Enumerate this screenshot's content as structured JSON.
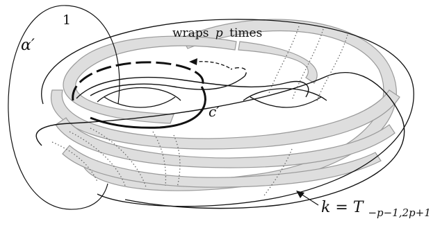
{
  "labels": {
    "alpha_prime": "α′",
    "one": "1",
    "wraps_text": "wraps",
    "wraps_p": "p",
    "wraps_times": "times",
    "c_prime": "c′",
    "k_eq": "k = T",
    "k_sub": "−p−1,2p+1"
  },
  "colors": {
    "band_fill": "#dedede",
    "band_stroke": "#9a9a9a",
    "curve": "#111111",
    "dotted": "#666666"
  }
}
